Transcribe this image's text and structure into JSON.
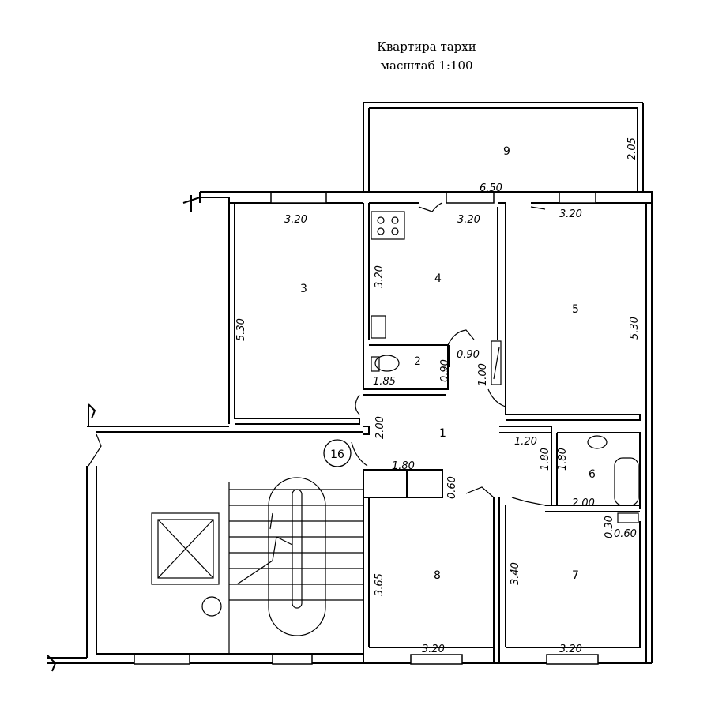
{
  "title": "Квартира тархи",
  "scale": "масштаб 1:100",
  "rooms": {
    "r1": "1",
    "r2": "2",
    "r3": "3",
    "r4": "4",
    "r5": "5",
    "r6": "6",
    "r7": "7",
    "r8": "8",
    "r9": "9"
  },
  "stair_number": "16",
  "dims": {
    "balcony_h": "2.05",
    "balcony_w": "6.50",
    "r3_w": "3.20",
    "r3_h": "5.30",
    "r4_w": "3.20",
    "r4_h": "3.20",
    "r5_w": "3.20",
    "r5_h": "5.30",
    "wc_w": "1.85",
    "wc_h": "0.90",
    "door_090": "0.90",
    "door_100": "1.00",
    "hall_200": "2.00",
    "bath_120": "1.20",
    "bath_180a": "1.80",
    "bath_180b": "1.80",
    "bath_200": "2.00",
    "sink_030": "0.30",
    "sink_060": "0.60",
    "closet_180": "1.80",
    "closet_060": "0.60",
    "r8_h": "3.65",
    "r8_w": "3.20",
    "r7_h": "3.40",
    "r7_w": "3.20"
  }
}
